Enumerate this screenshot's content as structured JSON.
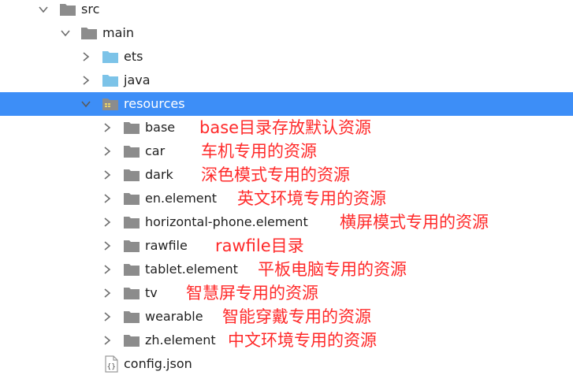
{
  "tree": {
    "nodes": [
      {
        "label": "src",
        "state": "expanded",
        "icon": "folder-icon",
        "color": "#8c8c8c"
      },
      {
        "label": "main",
        "state": "expanded",
        "icon": "folder-icon",
        "color": "#8c8c8c"
      },
      {
        "label": "ets",
        "state": "collapsed",
        "icon": "source-folder-icon",
        "color": "#7cc3e8"
      },
      {
        "label": "java",
        "state": "collapsed",
        "icon": "source-folder-icon",
        "color": "#7cc3e8"
      },
      {
        "label": "resources",
        "state": "expanded",
        "icon": "resources-folder-icon",
        "color": "#8c8c8c",
        "selected": true
      },
      {
        "label": "base",
        "state": "collapsed",
        "icon": "folder-icon",
        "annotation": "base目录存放默认资源"
      },
      {
        "label": "car",
        "state": "collapsed",
        "icon": "folder-icon",
        "annotation": "车机专用的资源"
      },
      {
        "label": "dark",
        "state": "collapsed",
        "icon": "folder-icon",
        "annotation": "深色模式专用的资源"
      },
      {
        "label": "en.element",
        "state": "collapsed",
        "icon": "folder-icon",
        "annotation": "英文环境专用的资源"
      },
      {
        "label": "horizontal-phone.element",
        "state": "collapsed",
        "icon": "folder-icon",
        "annotation": "横屏模式专用的资源"
      },
      {
        "label": "rawfile",
        "state": "collapsed",
        "icon": "folder-icon",
        "annotation": "rawfile目录"
      },
      {
        "label": "tablet.element",
        "state": "collapsed",
        "icon": "folder-icon",
        "annotation": "平板电脑专用的资源"
      },
      {
        "label": "tv",
        "state": "collapsed",
        "icon": "folder-icon",
        "annotation": "智慧屏专用的资源"
      },
      {
        "label": "wearable",
        "state": "collapsed",
        "icon": "folder-icon",
        "annotation": "智能穿戴专用的资源"
      },
      {
        "label": "zh.element",
        "state": "collapsed",
        "icon": "folder-icon",
        "annotation": "中文环境专用的资源"
      },
      {
        "label": "config.json",
        "state": "leaf",
        "icon": "json-file-icon"
      }
    ]
  },
  "colors": {
    "selection": "#3d8ef7",
    "annotation": "#ff2a2a",
    "folder": "#8c8c8c",
    "source_folder": "#7cc3e8",
    "chevron": "#6e6e6e"
  }
}
